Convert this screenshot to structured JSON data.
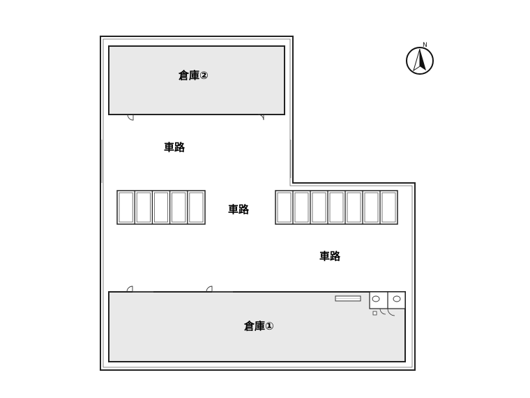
{
  "floor_plan": {
    "warehouse_1": {
      "label": "倉庫①"
    },
    "warehouse_2": {
      "label": "倉庫②"
    },
    "roads": [
      {
        "label": "車路"
      },
      {
        "label": "車路"
      },
      {
        "label": "車路"
      }
    ],
    "parking_left": {
      "count": 5
    },
    "parking_right": {
      "count": 7
    },
    "compass": {
      "label": "N"
    }
  }
}
